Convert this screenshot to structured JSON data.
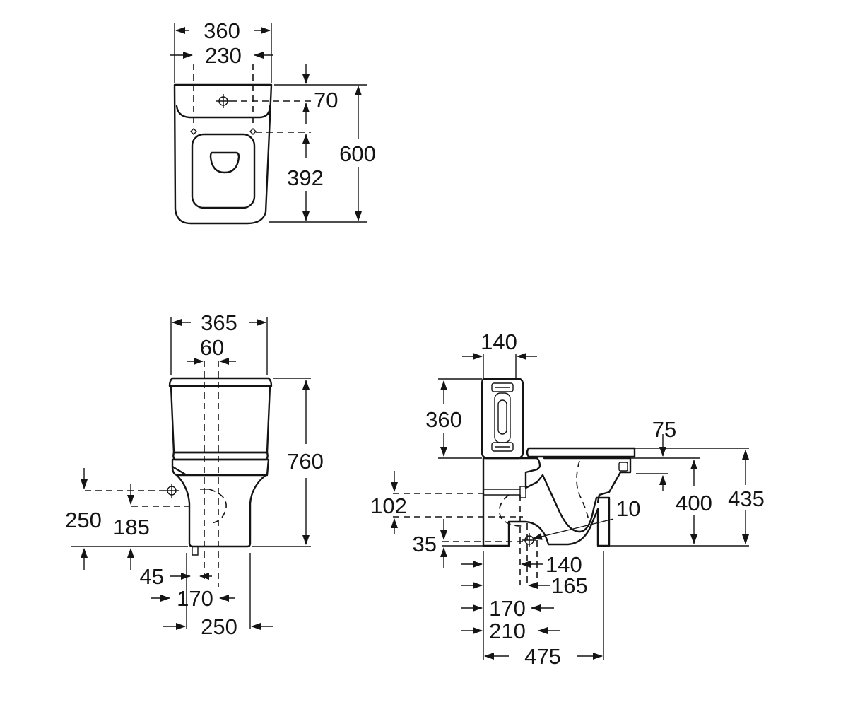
{
  "plan_view": {
    "width_total": "360",
    "fixing_spacing": "230",
    "fixing_offset": "70",
    "fixing_to_front": "392",
    "depth_total": "600"
  },
  "front_view": {
    "width_total": "365",
    "inlet_spacing": "60",
    "height_total": "760",
    "inlet_height_outer": "250",
    "inlet_height_inner": "185",
    "outlet_offset": "45",
    "outlet_center": "170",
    "base_width": "250"
  },
  "side_view": {
    "cistern_depth": "140",
    "cistern_height": "360",
    "seat_thickness": "75",
    "seat_height": "400",
    "rim_height": "435",
    "inlet_height": "102",
    "outlet_radius": "10",
    "outlet_height": "35",
    "outlet_min": "140",
    "outlet_mid": "165",
    "outlet_center": "170",
    "outlet_max": "210",
    "projection": "475"
  }
}
